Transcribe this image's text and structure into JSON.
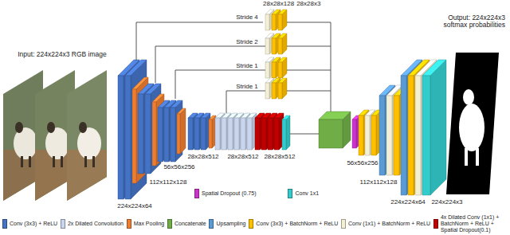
{
  "diagram": {
    "nodes": [
      {
        "text": [
          "Input: 224x224x3 RGB image"
        ]
      },
      {
        "text": [
          "224x224x64"
        ]
      },
      {
        "text": [
          "112x112x128"
        ]
      },
      {
        "text": [
          "56x56x256"
        ]
      },
      {
        "text": [
          "28x28x512"
        ]
      },
      {
        "text": [
          "28x28x512"
        ]
      },
      {
        "text": [
          "28x28x512"
        ]
      },
      {
        "text": [
          "28x28x128",
          "28x28x3"
        ]
      },
      {
        "text": [
          "56x56x256"
        ]
      },
      {
        "text": [
          "112x112x128"
        ]
      },
      {
        "text": [
          "224x224x64"
        ]
      },
      {
        "text": [
          "224x224x3"
        ]
      },
      {
        "text": [
          "Output: 224x224x3 softmax probabilities"
        ]
      }
    ],
    "edges": [
      {
        "from": 1,
        "to": 7,
        "label": "Stride 4",
        "arrow": "none"
      }
    ],
    "labels": [
      "Stride 2",
      "Stride 1",
      "Stride 1"
    ],
    "legend": [
      {
        "text": "Spatial Dropout (0.75)",
        "color": "#cc33cc"
      },
      {
        "text": "Conv 1x1",
        "color": "#33cccc"
      },
      {
        "text": "Conv (3x3) + ReLU",
        "color": "#4472c4"
      },
      {
        "text": "2x Dilated Convolution",
        "color": "#c9d6ee"
      },
      {
        "text": "Max Pooling",
        "color": "#ed7d31"
      },
      {
        "text": "Concatenate",
        "color": "#70ad47"
      },
      {
        "text": "Upsampling",
        "color": "#5b9bd5"
      },
      {
        "text": "Conv (3x3) + BatchNorm + ReLU",
        "color": "#ffc000"
      },
      {
        "text": "Conv (1x1) + BatchNorm + ReLU",
        "color": "#f4f0d6"
      },
      {
        "text": "4x Dilated Conv (1x1) + BatchNorm + ReLU + Spatial Dropout(0.1)",
        "color": "#c00000"
      }
    ]
  }
}
